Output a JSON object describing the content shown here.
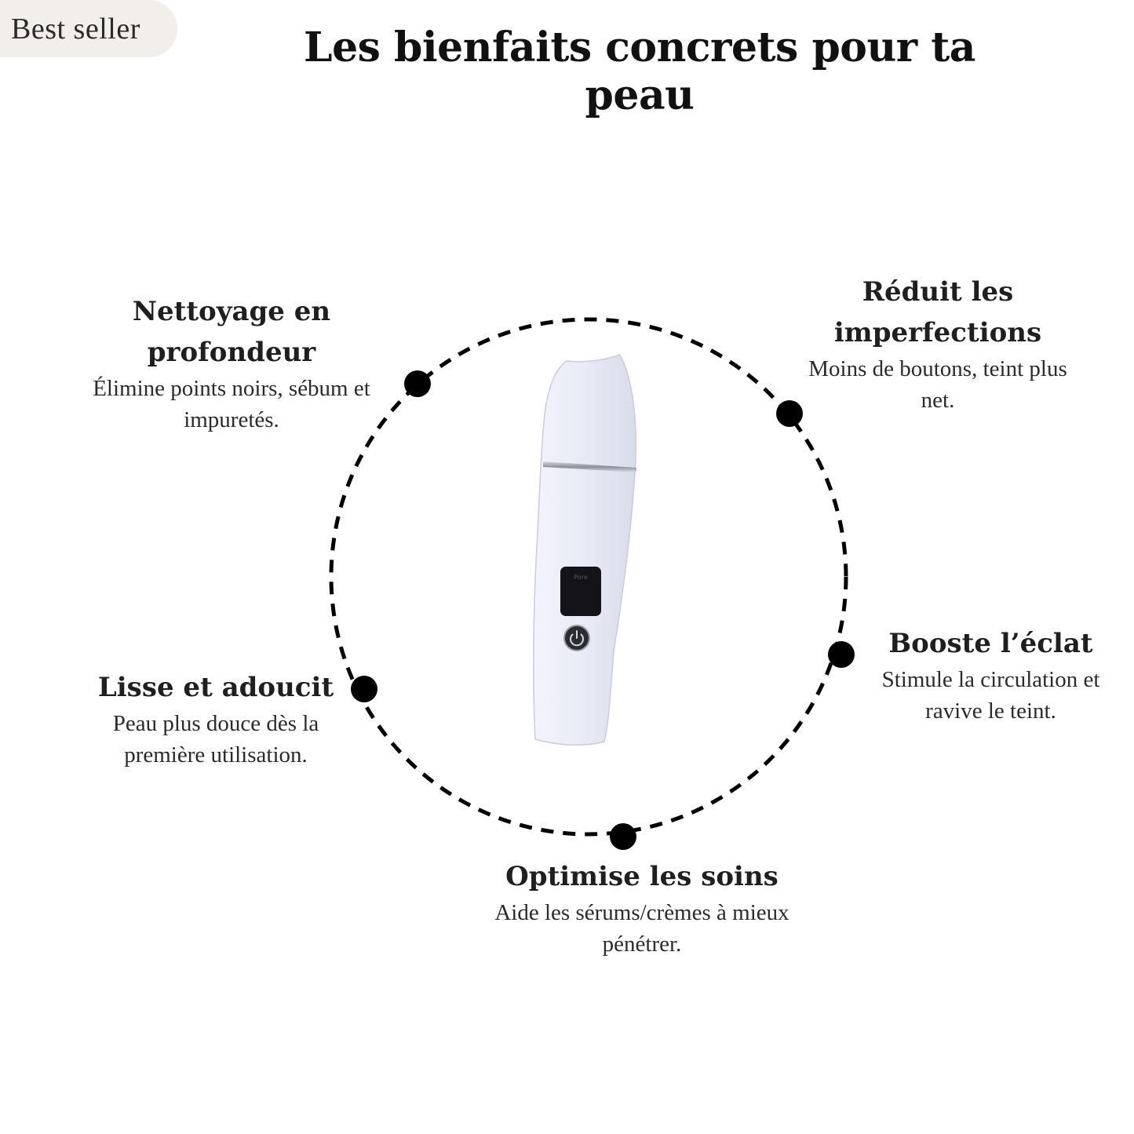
{
  "badge": {
    "label": "Best seller"
  },
  "title": "Les bienfaits concrets pour ta peau",
  "benefits": [
    {
      "title": "Nettoyage en profondeur",
      "description": "Élimine points noirs, sébum et impuretés."
    },
    {
      "title": "Réduit les imperfections",
      "description": "Moins de boutons, teint plus net."
    },
    {
      "title": "Booste l’éclat",
      "description": "Stimule la circulation et ravive le teint."
    },
    {
      "title": "Lisse et adoucit",
      "description": "Peau plus douce dès la première utilisation."
    },
    {
      "title": "Optimise les soins",
      "description": "Aide les sérums/crèmes à mieux pénétrer."
    }
  ],
  "device": {
    "screen_text": "Pore"
  },
  "colors": {
    "background": "#ffffff",
    "text": "#1a1a1a",
    "badge_background": "#f2efea",
    "device_body": "#e9ebf6",
    "ring": "#000000"
  },
  "icons": [
    "power-icon"
  ]
}
